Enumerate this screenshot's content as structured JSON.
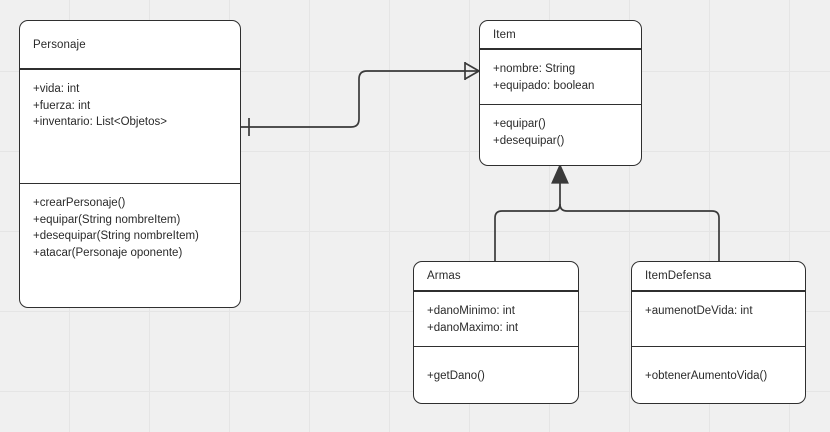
{
  "diagram": {
    "kind": "uml-class-diagram",
    "background_color": "#f0f0f0",
    "grid_color": "#e5e5e5",
    "line_color": "#3a3a3a",
    "box_border_color": "#2f2f2f",
    "box_fill_color": "#ffffff",
    "text_color": "#2a2a2a"
  },
  "classes": {
    "personaje": {
      "name": "Personaje",
      "attributes": [
        "+vida: int",
        "+fuerza: int",
        "+inventario: List<Objetos>"
      ],
      "methods": [
        "+crearPersonaje()",
        "+equipar(String nombreItem)",
        "+desequipar(String nombreItem)",
        "+atacar(Personaje oponente)"
      ]
    },
    "item": {
      "name": "Item",
      "attributes": [
        "+nombre: String",
        "+equipado: boolean"
      ],
      "methods": [
        "+equipar()",
        "+desequipar()"
      ]
    },
    "armas": {
      "name": "Armas",
      "attributes": [
        "+danoMinimo: int",
        "+danoMaximo: int"
      ],
      "methods": [
        "+getDano()"
      ]
    },
    "itemdefensa": {
      "name": "ItemDefensa",
      "attributes": [
        "+aumenotDeVida: int"
      ],
      "methods": [
        "+obtenerAumentoVida()"
      ]
    }
  },
  "relationships": [
    {
      "id": "personaje-item",
      "type": "association",
      "notation": "crows-foot",
      "source": "Personaje",
      "target": "Item",
      "source_multiplicity": "one",
      "target_multiplicity": "many"
    },
    {
      "id": "armas-item",
      "type": "generalization",
      "notation": "solid-triangle",
      "source": "Armas",
      "target": "Item"
    },
    {
      "id": "itemdefensa-item",
      "type": "generalization",
      "notation": "solid-triangle",
      "source": "ItemDefensa",
      "target": "Item"
    }
  ]
}
